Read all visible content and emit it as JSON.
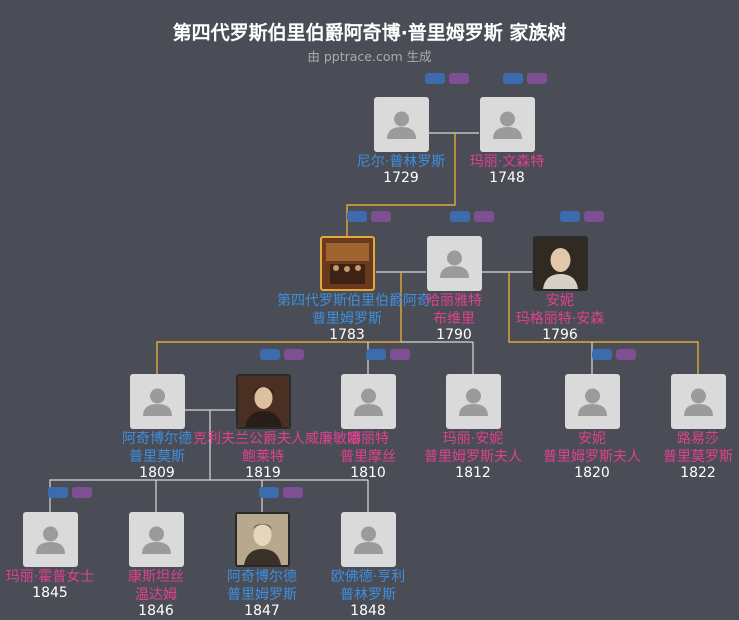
{
  "title": "第四代罗斯伯里伯爵阿奇博·普里姆罗斯 家族树",
  "subtitle": "由 pptrace.com 生成",
  "people": [
    {
      "id": "p1",
      "name": [
        "尼尔·普林罗斯"
      ],
      "year": "1729",
      "gender": "male",
      "icon": "person-silhouette-icon"
    },
    {
      "id": "p2",
      "name": [
        "玛丽·文森特"
      ],
      "year": "1748",
      "gender": "female",
      "icon": "person-silhouette-icon"
    },
    {
      "id": "p3",
      "name": [
        "第四代罗斯伯里伯爵阿奇",
        "普里姆罗斯"
      ],
      "year": "1783",
      "gender": "male",
      "icon": "portrait-photo-icon"
    },
    {
      "id": "p4",
      "name": [
        "哈丽雅特",
        "布维里"
      ],
      "year": "1790",
      "gender": "female",
      "icon": "person-silhouette-icon"
    },
    {
      "id": "p5",
      "name": [
        "安妮",
        "玛格丽特·安森"
      ],
      "year": "1796",
      "gender": "female",
      "icon": "portrait-photo-icon"
    },
    {
      "id": "p6",
      "name": [
        "阿奇博尔德",
        "普里莫斯"
      ],
      "year": "1809",
      "gender": "male",
      "icon": "person-silhouette-icon"
    },
    {
      "id": "p7",
      "name": [
        "克利夫兰公爵夫人威廉敏娜",
        "鲍莱特"
      ],
      "year": "1819",
      "gender": "female",
      "icon": "portrait-photo-icon"
    },
    {
      "id": "p8",
      "name": [
        "哈丽特",
        "普里摩丝"
      ],
      "year": "1810",
      "gender": "female",
      "icon": "person-silhouette-icon"
    },
    {
      "id": "p9",
      "name": [
        "玛丽·安妮",
        "普里姆罗斯夫人"
      ],
      "year": "1812",
      "gender": "female",
      "icon": "person-silhouette-icon"
    },
    {
      "id": "p10",
      "name": [
        "安妮",
        "普里姆罗斯夫人"
      ],
      "year": "1820",
      "gender": "female",
      "icon": "person-silhouette-icon"
    },
    {
      "id": "p11",
      "name": [
        "路易莎",
        "普里莫罗斯"
      ],
      "year": "1822",
      "gender": "female",
      "icon": "person-silhouette-icon"
    },
    {
      "id": "p12",
      "name": [
        "玛丽·霍普女士"
      ],
      "year": "1845",
      "gender": "female",
      "icon": "person-silhouette-icon"
    },
    {
      "id": "p13",
      "name": [
        "康斯坦丝",
        "温达姆"
      ],
      "year": "1846",
      "gender": "female",
      "icon": "person-silhouette-icon"
    },
    {
      "id": "p14",
      "name": [
        "阿奇博尔德",
        "普里姆罗斯"
      ],
      "year": "1847",
      "gender": "male",
      "icon": "portrait-photo-icon"
    },
    {
      "id": "p15",
      "name": [
        "欧佛德·亨利",
        "普林罗斯"
      ],
      "year": "1848",
      "gender": "male",
      "icon": "person-silhouette-icon"
    }
  ],
  "colors": {
    "male": "#3d8fe0",
    "female": "#e0408f",
    "line": "#d9d9d9",
    "highlight_line": "#e0a93a",
    "background": "#4a4d55"
  }
}
